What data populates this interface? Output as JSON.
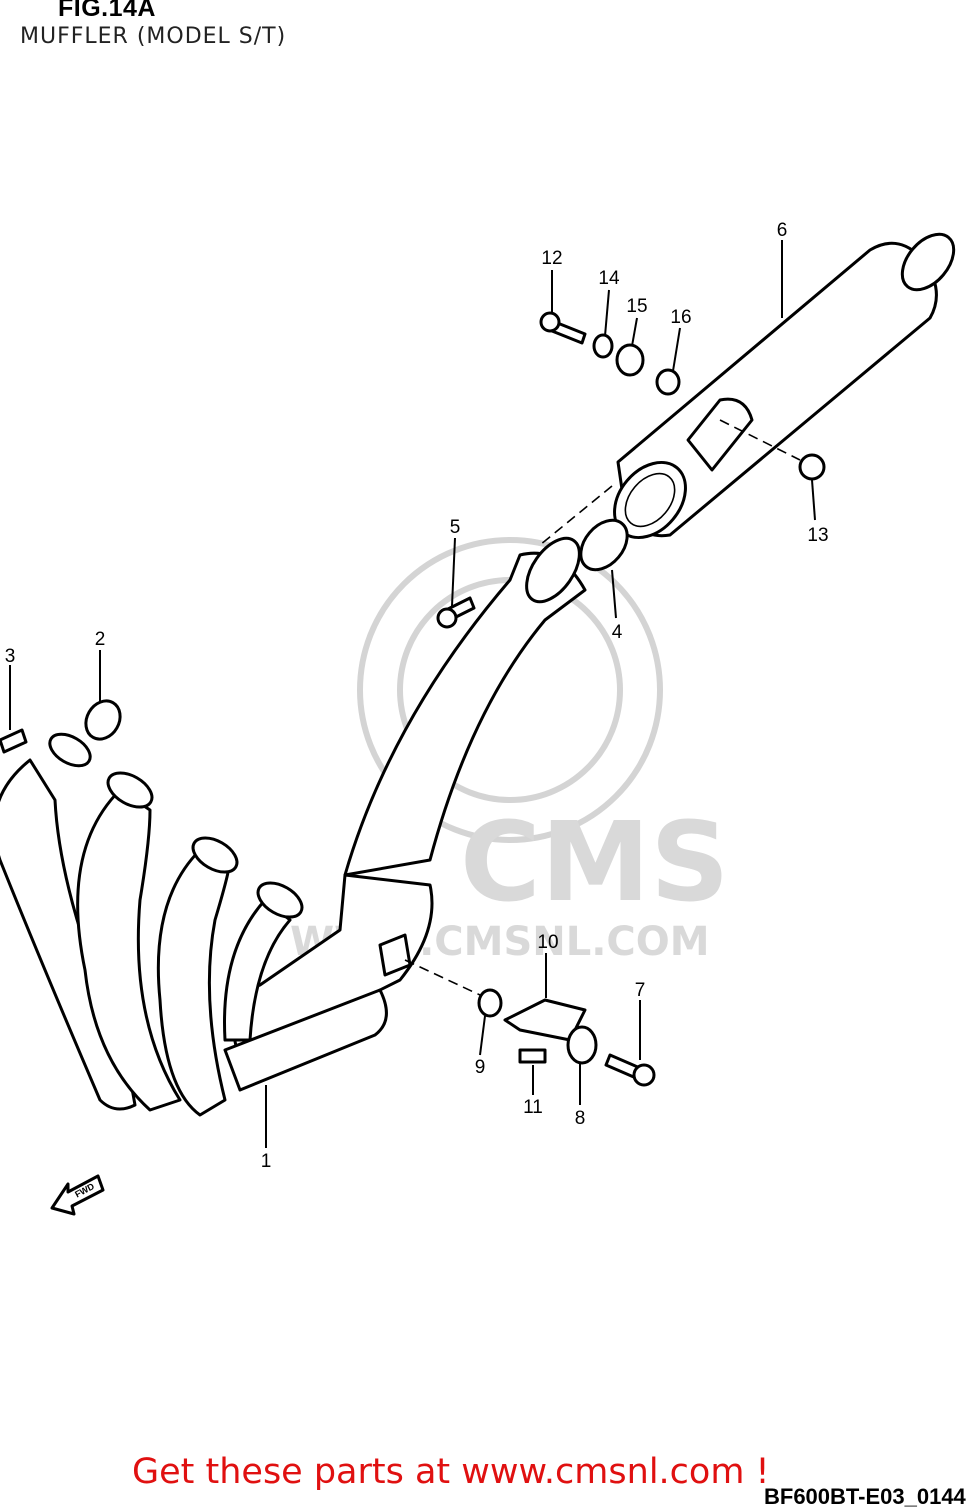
{
  "figure": {
    "title": "FIG.14A",
    "subtitle": "MUFFLER (MODEL S/T)"
  },
  "callouts": [
    "1",
    "2",
    "3",
    "4",
    "5",
    "6",
    "7",
    "8",
    "9",
    "10",
    "11",
    "12",
    "13",
    "14",
    "15",
    "16"
  ],
  "direction_arrow": {
    "label": "FWD",
    "icon": "fwd-arrow-icon"
  },
  "watermark": {
    "brand": "CMS",
    "url": "WWW.CMSNL.COM"
  },
  "footer": {
    "link_text": "Get these parts at www.cmsnl.com !",
    "reference_code": "BF600BT-E03_0144"
  },
  "colors": {
    "footer_text": "#e01010",
    "line": "#000000",
    "watermark": "#d4d4d4"
  }
}
